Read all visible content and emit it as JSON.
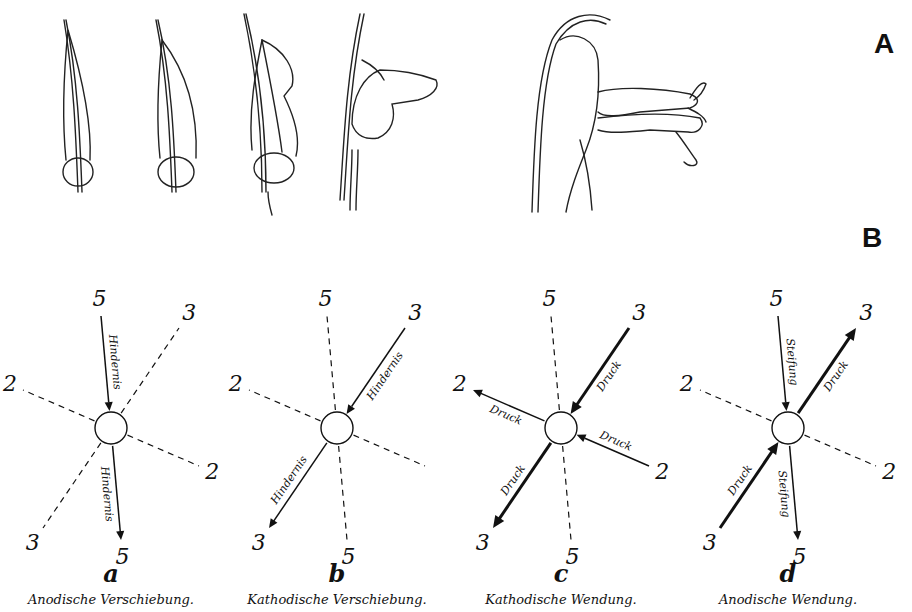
{
  "diagram": {
    "labels": [
      "A",
      "B",
      "5",
      "3",
      "2",
      "3",
      "2",
      "5",
      "Hindernis",
      "Hindernis",
      "a",
      "Anodische Verschiebung.",
      "5",
      "3",
      "2",
      "3",
      "5",
      "Hindernis",
      "Hindernis",
      "b",
      "Kathodische Verschiebung.",
      "5",
      "3",
      "2",
      "3",
      "2",
      "5",
      "Druck",
      "Druck",
      "Druck",
      "Druck",
      "c",
      "Kathodische Wendung.",
      "5",
      "3",
      "2",
      "2",
      "3",
      "5",
      "Steifung",
      "Druck",
      "Druck",
      "Steifung",
      "d",
      "Anodische Wendung."
    ]
  }
}
